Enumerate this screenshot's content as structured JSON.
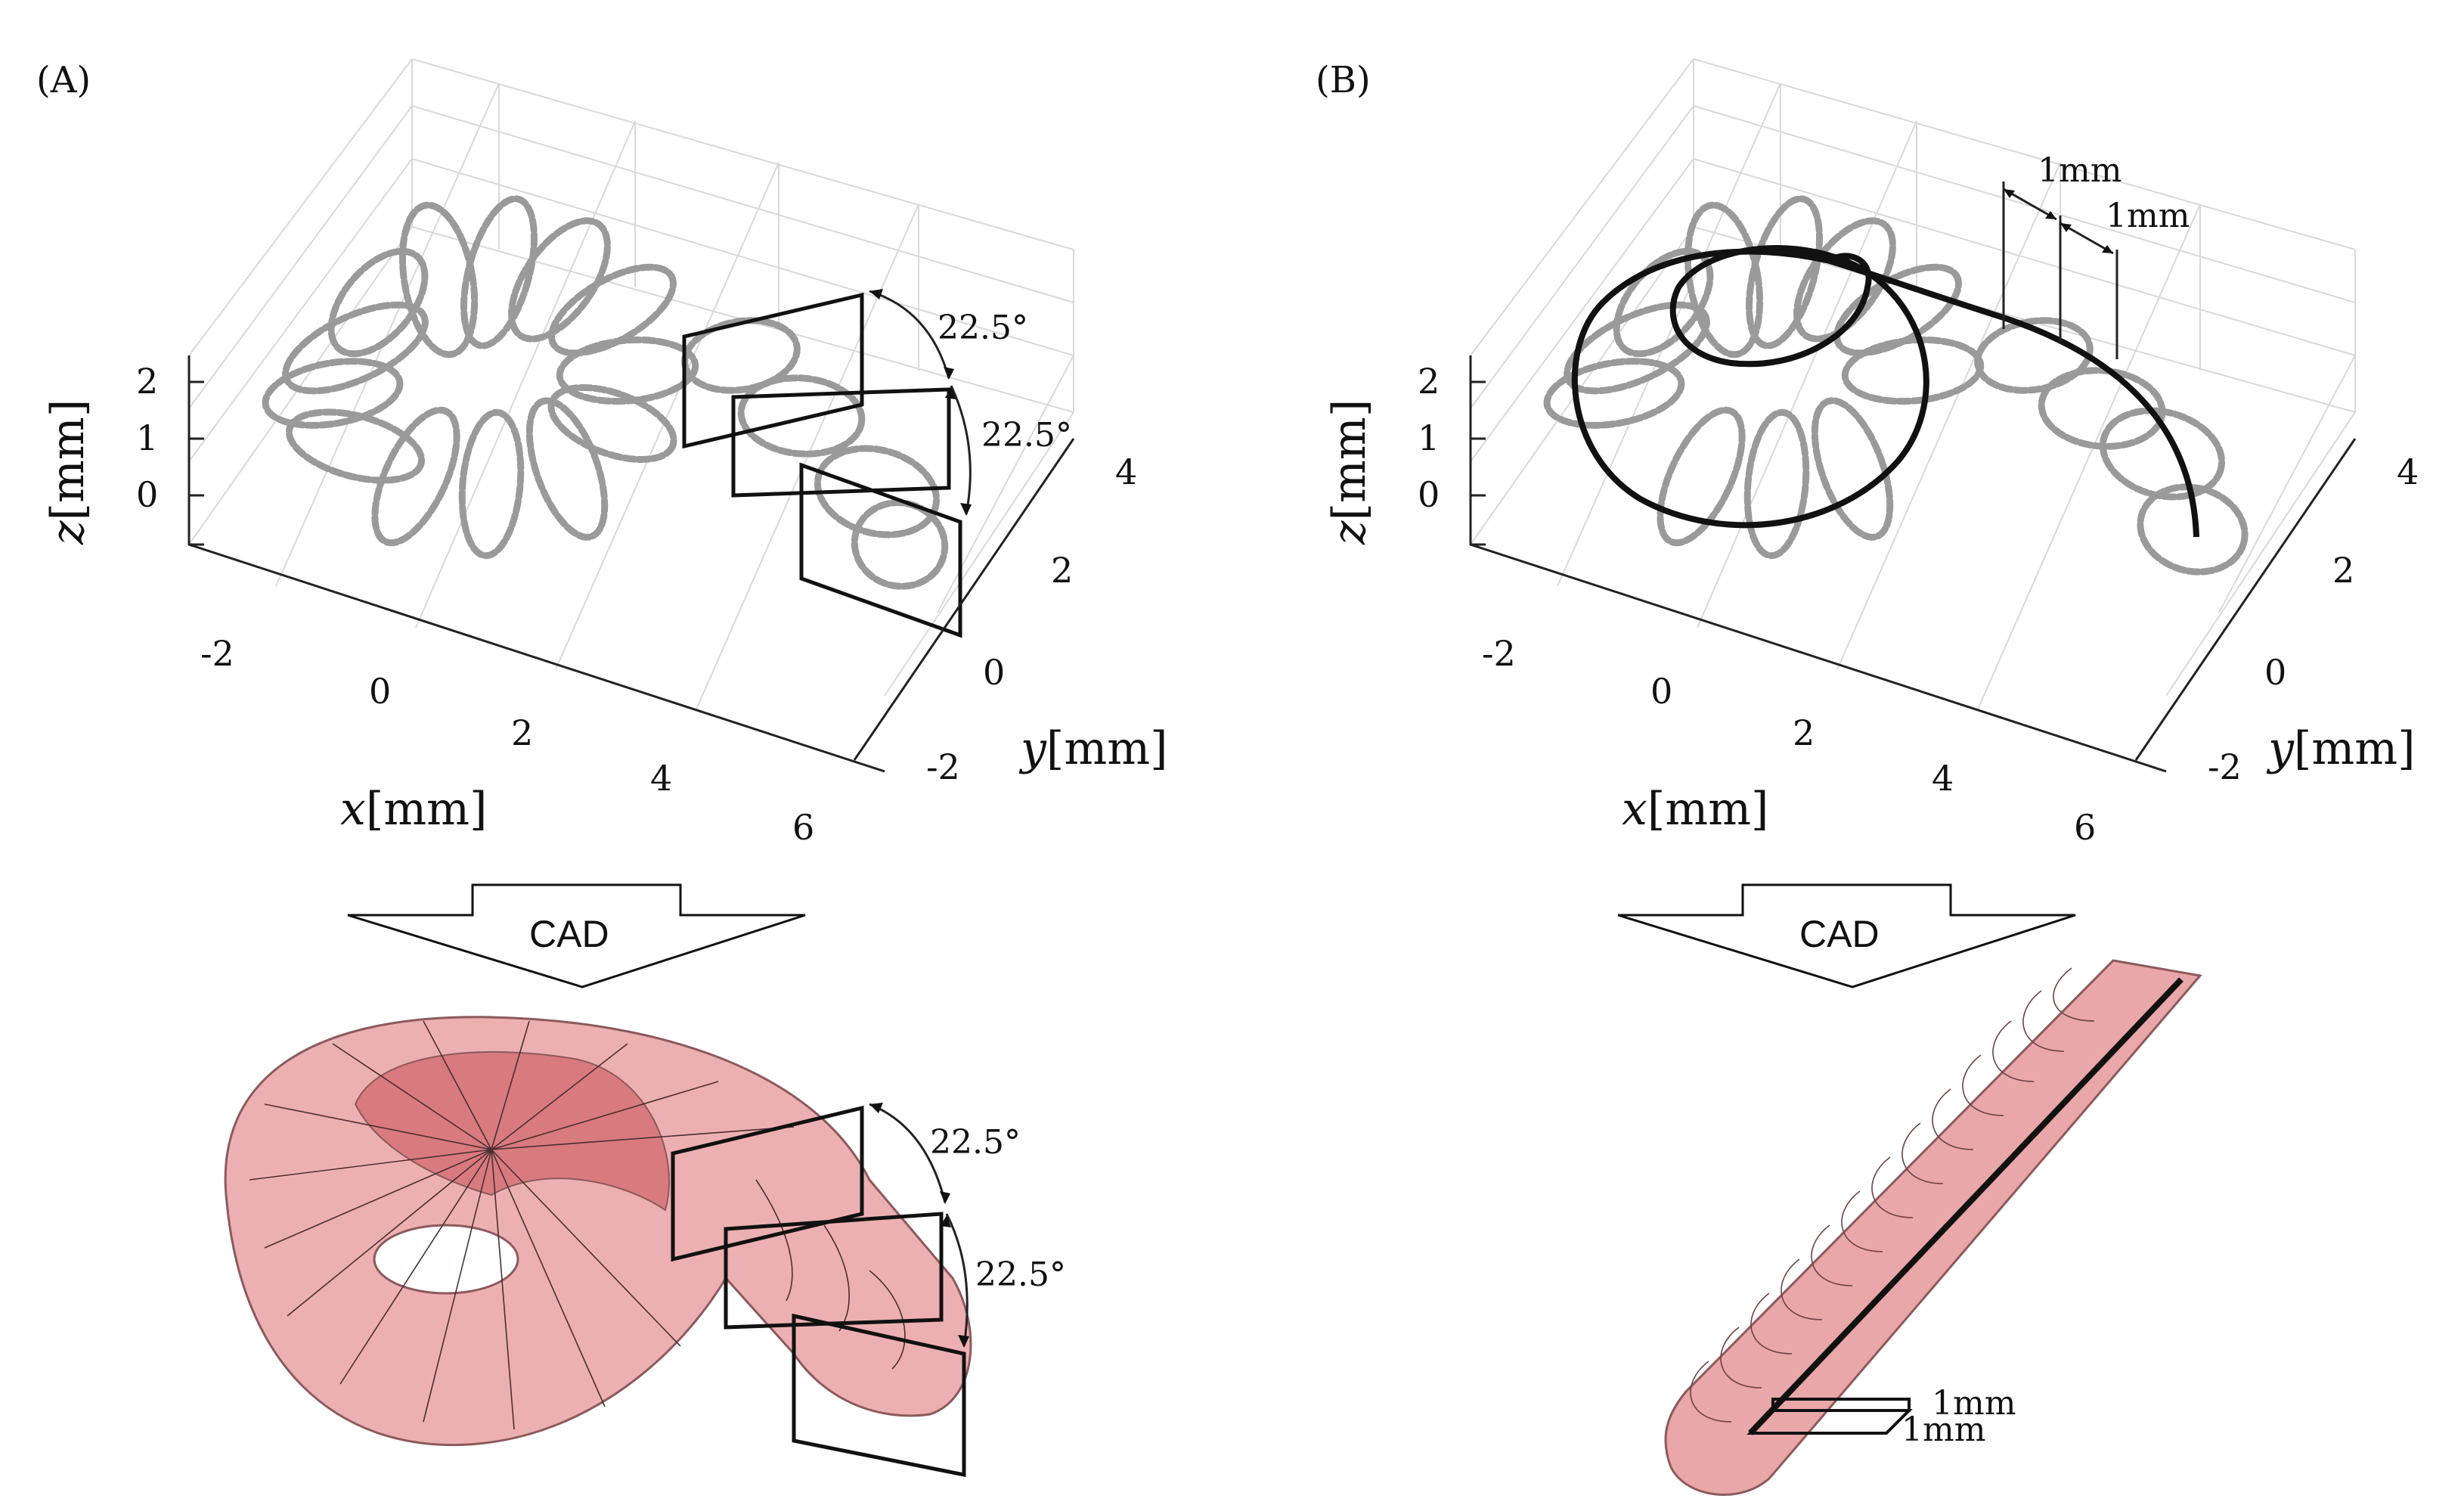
{
  "panels": [
    {
      "letter": "(A)",
      "x_label_var": "x",
      "x_label_unit": "[mm]",
      "y_label_var": "y",
      "y_label_unit": "[mm]",
      "z_label_var": "z",
      "z_label_unit": "[mm]",
      "x_ticks": [
        "-2",
        "0",
        "2",
        "4",
        "6"
      ],
      "y_ticks": [
        "-2",
        "0",
        "2",
        "4"
      ],
      "z_ticks": [
        "0",
        "1",
        "2"
      ],
      "angle_top": "22.5°",
      "angle_bottom": "22.5°",
      "cad_label": "CAD",
      "cad_angle_top": "22.5°",
      "cad_angle_bottom": "22.5°"
    },
    {
      "letter": "(B)",
      "x_label_var": "x",
      "x_label_unit": "[mm]",
      "y_label_var": "y",
      "y_label_unit": "[mm]",
      "z_label_var": "z",
      "z_label_unit": "[mm]",
      "x_ticks": [
        "-2",
        "0",
        "2",
        "4",
        "6"
      ],
      "y_ticks": [
        "-2",
        "0",
        "2",
        "4"
      ],
      "z_ticks": [
        "0",
        "1",
        "2"
      ],
      "dim_a": "1mm",
      "dim_b": "1mm",
      "cad_label": "CAD",
      "cad_dim_a": "1mm",
      "cad_dim_b": "1mm"
    }
  ],
  "colors": {
    "coil_gray": "#9a9a9a",
    "cad_fill": "#e9a7a9",
    "cad_dark": "#cf6b70"
  }
}
